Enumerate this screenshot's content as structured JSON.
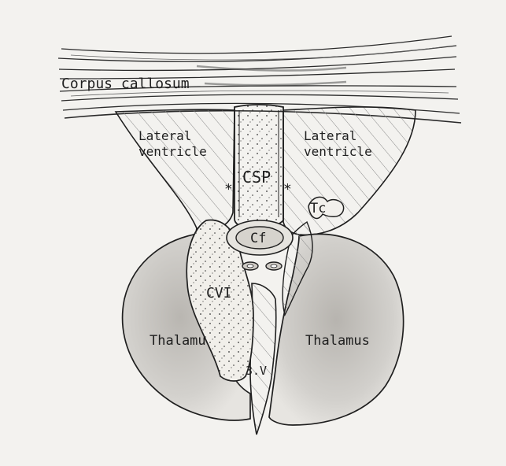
{
  "labels": {
    "corpus_callosum": "Corpus callosum",
    "lateral_ventricle_left_line1": "Lateral",
    "lateral_ventricle_left_line2": "ventricle",
    "lateral_ventricle_right_line1": "Lateral",
    "lateral_ventricle_right_line2": "ventricle",
    "csp": "CSP",
    "asterisk_left": "*",
    "asterisk_right": "*",
    "tc": "Tc",
    "cf": "Cf",
    "cvi": "CVI",
    "thalamus_left": "Thalamu",
    "thalamus_right": "Thalamus",
    "third_ventricle": "3.V"
  },
  "colors": {
    "paper": "#f3f2ef",
    "ink": "#1f1f1f",
    "thalamus_shade": "#cfcdc9",
    "hatch": "#7a7a7a"
  }
}
